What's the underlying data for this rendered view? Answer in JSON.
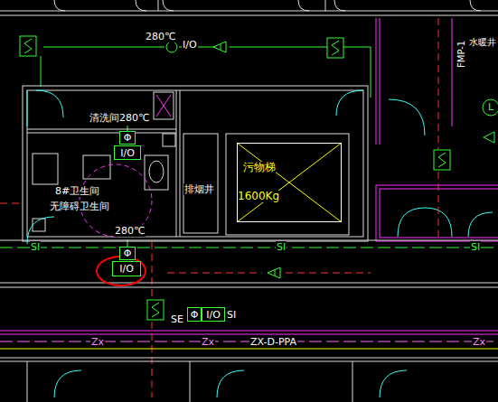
{
  "diagram": {
    "nodes": [
      {
        "text": [
          "污物梯",
          "1600Kg"
        ]
      },
      {
        "text": [
          "Φ"
        ]
      },
      {
        "text": [
          "I/O"
        ]
      },
      {
        "text": [
          "Φ"
        ]
      },
      {
        "text": [
          "I/O"
        ]
      },
      {
        "text": [
          "Φ"
        ]
      },
      {
        "text": [
          "I/O"
        ]
      }
    ],
    "labels": [
      "280℃",
      "I/O",
      "FMP-1",
      "水暖井",
      "清洗间280℃",
      "8#卫生间",
      "无障碍卫生间",
      "排烟井",
      "280℃",
      "SI",
      "SI",
      "SI",
      "SE",
      "Zx",
      "Zx",
      "ZX-D-PPA",
      "Zx",
      "L",
      "SI"
    ]
  }
}
